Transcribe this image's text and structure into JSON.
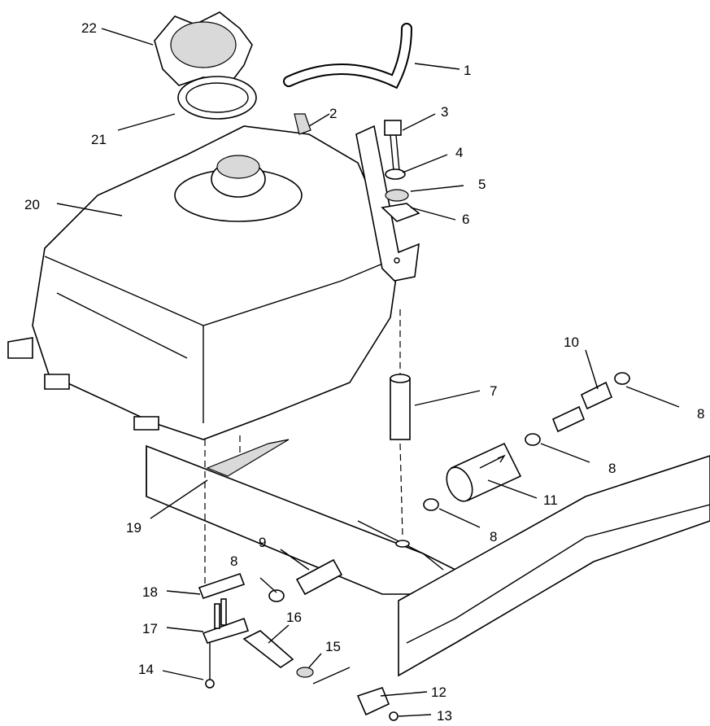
{
  "diagram": {
    "callouts": {
      "c1": "1",
      "c2": "2",
      "c3": "3",
      "c4": "4",
      "c5": "5",
      "c6": "6",
      "c7": "7",
      "c8a": "8",
      "c8b": "8",
      "c8c": "8",
      "c8d": "8",
      "c9": "9",
      "c10": "10",
      "c11": "11",
      "c12": "12",
      "c13": "13",
      "c14": "14",
      "c15": "15",
      "c16": "16",
      "c17": "17",
      "c18": "18",
      "c19": "19",
      "c20": "20",
      "c21": "21",
      "c22": "22"
    }
  }
}
